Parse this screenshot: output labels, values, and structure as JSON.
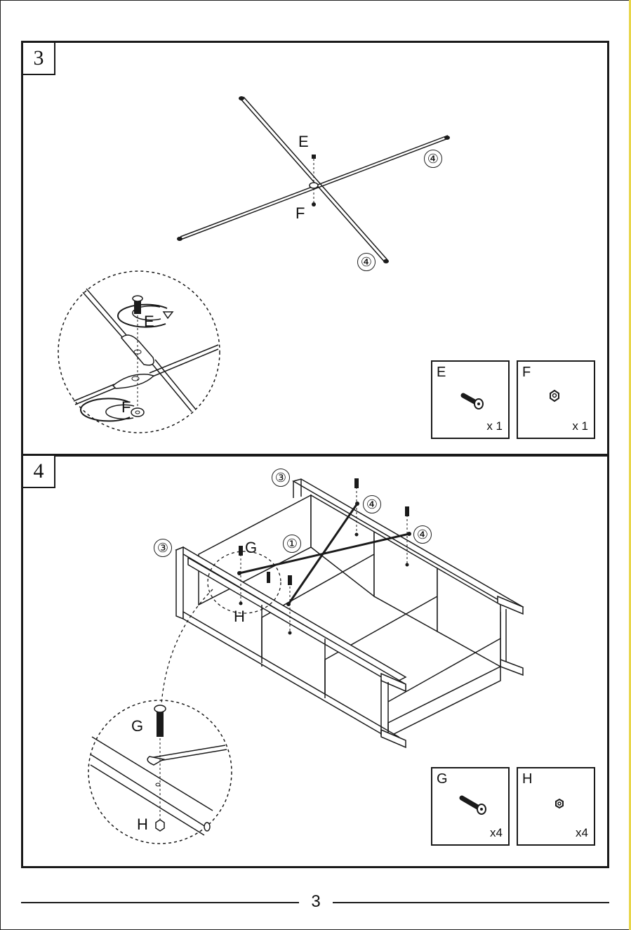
{
  "steps": [
    {
      "number": "3",
      "callouts": {
        "top_right": "④",
        "bottom": "④"
      },
      "labels": {
        "e_main": "E",
        "f_main": "F",
        "e_detail": "E",
        "f_detail": "F"
      },
      "hardware": [
        {
          "letter": "E",
          "qty": "x 1",
          "icon": "bolt-icon"
        },
        {
          "letter": "F",
          "qty": "x 1",
          "icon": "nut-icon"
        }
      ]
    },
    {
      "number": "4",
      "callouts": {
        "left_frame": "③",
        "top_frame": "③",
        "shelf": "①",
        "rod_top": "④",
        "rod_right": "④"
      },
      "labels": {
        "g_main": "G",
        "h_main": "H",
        "g_detail": "G",
        "h_detail": "H"
      },
      "hardware": [
        {
          "letter": "G",
          "qty": "x4",
          "icon": "bolt-icon"
        },
        {
          "letter": "H",
          "qty": "x4",
          "icon": "nut-icon"
        }
      ]
    }
  ],
  "footer": {
    "page_number": "3"
  }
}
